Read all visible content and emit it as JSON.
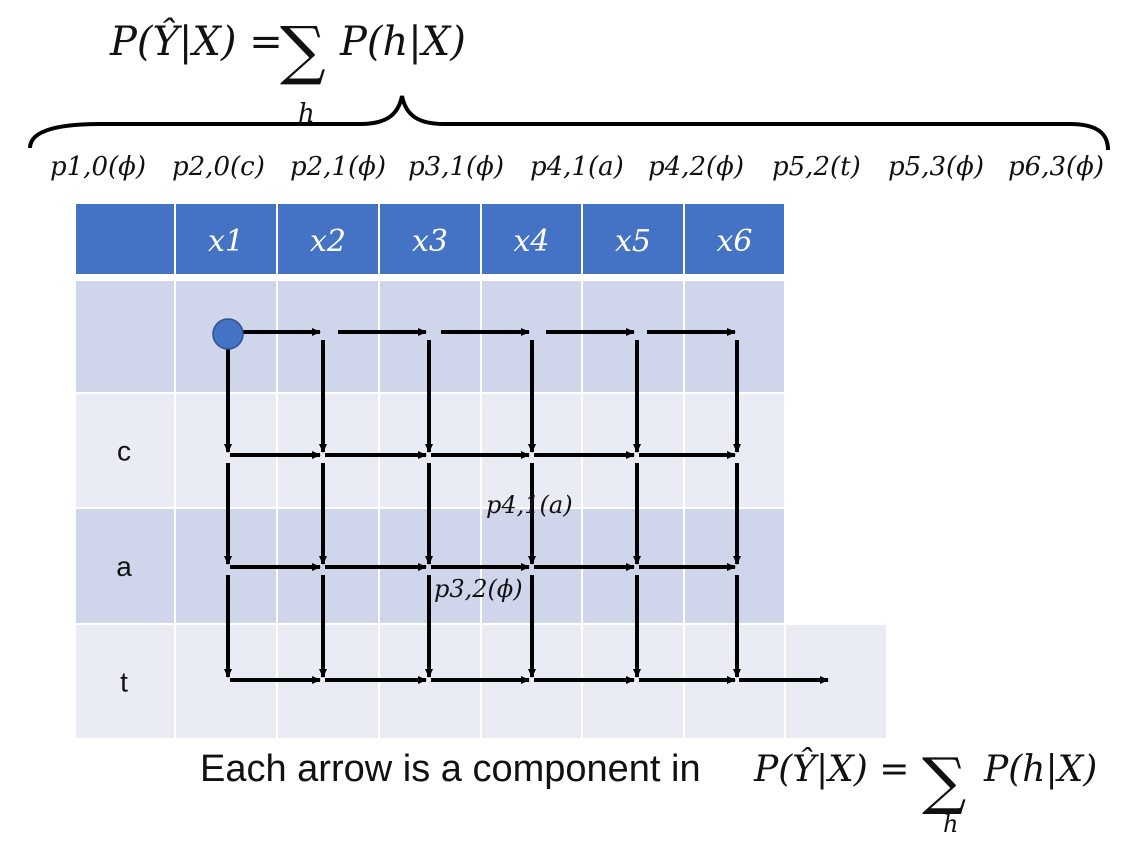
{
  "formula_top": {
    "lhs": "P(Ŷ|X) =",
    "sum": "∑",
    "sum_sub": "h",
    "rhs": "P(h|X)"
  },
  "path_terms": [
    "p1,0(ϕ)",
    "p2,0(c)",
    "p2,1(ϕ)",
    "p3,1(ϕ)",
    "p4,1(a)",
    "p4,2(ϕ)",
    "p5,2(t)",
    "p5,3(ϕ)",
    "p6,3(ϕ)"
  ],
  "column_headers": [
    "x1",
    "x2",
    "x3",
    "x4",
    "x5",
    "x6"
  ],
  "row_labels": [
    "",
    "c",
    "a",
    "t"
  ],
  "annotations": {
    "horizontal": "p4,1(a)",
    "vertical": "p3,2(ϕ)"
  },
  "caption": {
    "text": "Each arrow is a component in",
    "lhs": "P(Ŷ|X) =",
    "sum": "∑",
    "sum_sub": "h",
    "rhs": "P(h|X)"
  },
  "colors": {
    "header_fill": "#4472C4",
    "row_dark": "#CFD5EA",
    "row_light": "#E9EBF5",
    "node_fill": "#4472C4",
    "arrow": "#000000"
  }
}
